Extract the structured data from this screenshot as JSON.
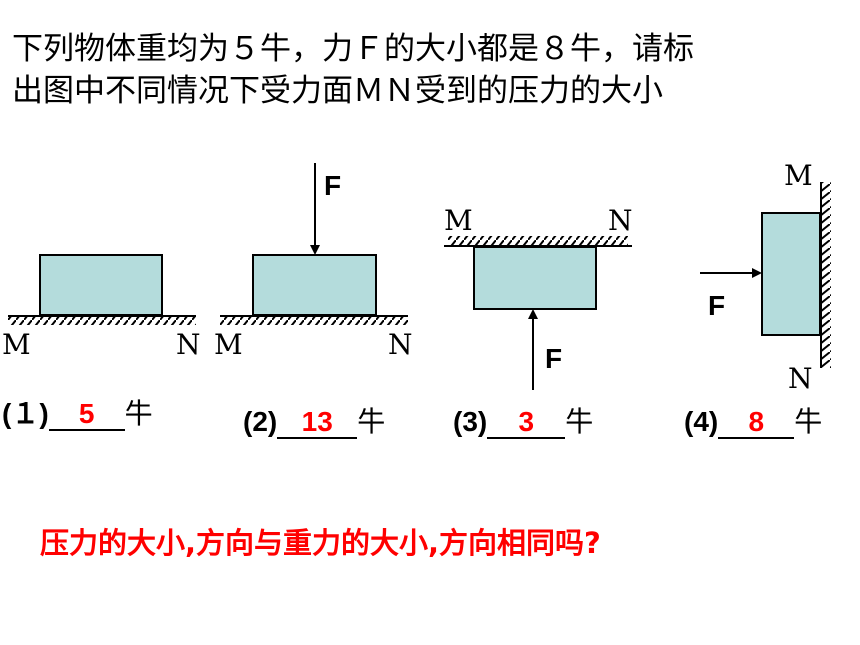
{
  "problem": {
    "line1": "下列物体重均为５牛，力Ｆ的大小都是８牛，请标",
    "line2": "出图中不同情况下受力面ＭＮ受到的压力的大小"
  },
  "figures": [
    {
      "m_label": "M",
      "n_label": "N"
    },
    {
      "m_label": "M",
      "n_label": "N",
      "force_label": "F"
    },
    {
      "m_label": "M",
      "n_label": "N",
      "force_label": "F"
    },
    {
      "m_label": "M",
      "n_label": "N",
      "force_label": "F"
    }
  ],
  "answers": [
    {
      "label": "(１)",
      "value": "5",
      "unit": "牛"
    },
    {
      "label": "(2)",
      "value": "13",
      "unit": "牛"
    },
    {
      "label": "(3)",
      "value": "3",
      "unit": "牛"
    },
    {
      "label": "(4)",
      "value": "8",
      "unit": "牛"
    }
  ],
  "question": "压力的大小,方向与重力的大小,方向相同吗?",
  "colors": {
    "block_fill": "#b4dcdc",
    "answer": "#ff0000",
    "question": "#ff0000"
  }
}
